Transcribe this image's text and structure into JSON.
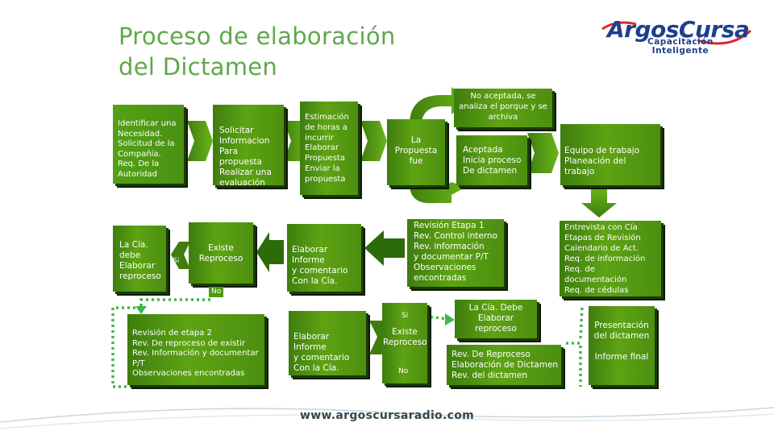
{
  "title": "Proceso de elaboración\ndel Dictamen",
  "logo": {
    "brand": "ArgosCursa",
    "tagline": "Capacitación\nInteligente"
  },
  "footer": {
    "url": "www.argoscursaradio.com"
  },
  "colors": {
    "title": "#5fa84a",
    "box": "#4f9a12",
    "shadow": "#1b3a05",
    "dotted_connector": "#42b54a",
    "brand": "#1d3f8c"
  },
  "nodes": {
    "n1": "Identificar una\nNecesidad.\nSolicitud de la\nCompañía.\nReq. De la\nAutoridad",
    "n2": "Solicitar\nInformacion\nPara propuesta\nRealizar una\nevaluación",
    "n3": "Estimación\nde horas a\nincurrir\nElaborar\nPropuesta\nEnviar la\npropuesta",
    "n4": "La\nPropuesta\nfue",
    "n5": "No aceptada, se\nanaliza el porque y se\narchiva",
    "n6": "Aceptada\nInicia proceso\nDe dictamen",
    "n7": "Equipo de trabajo\nPlaneación del trabajo",
    "n8": "Entrevista con Cía\nEtapas de Revisión\nCalendario de Act.\nReq. de información\nReq. de documentación\nReq. de cédulas",
    "n9": "Revisión Etapa 1\nRev. Control interno\nRev. información\ny documentar P/T\nObservaciones\nencontradas",
    "n10": "Elaborar Informe\ny comentario\nCon la Cía.",
    "n11": "Existe\nReproceso",
    "n12": "La Cía.\ndebe\nElaborar\nreproceso",
    "n13": "Revisión de etapa 2\nRev. De reproceso de existir\nRev. Información y documentar\nP/T\nObservaciones encontradas",
    "n14": "Elaborar Informe\ny comentario\nCon la Cía.",
    "n15": "Existe\nReproceso",
    "n16": "La Cía. Debe\nElaborar\nreproceso",
    "n17": "Rev. De Reproceso\nElaboración de Dictamen\nRev. del dictamen",
    "n18": "Presentación\ndel dictamen",
    "n19": "Informe final"
  },
  "labels": {
    "si1": "Si",
    "no1": "No",
    "si2": "Si",
    "no2": "No"
  }
}
